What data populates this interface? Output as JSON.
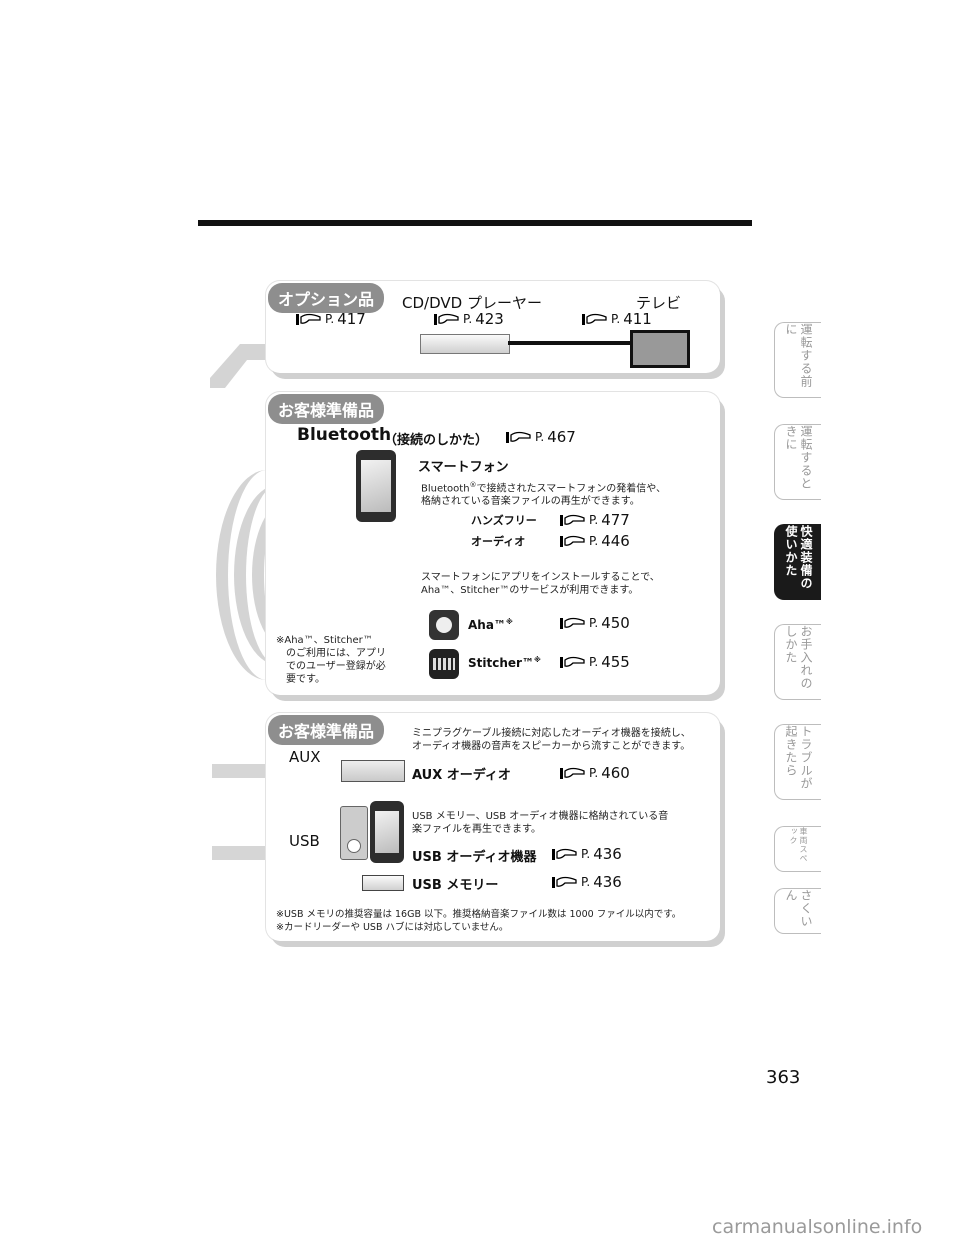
{
  "sections": {
    "options": {
      "label": "オプション品",
      "ref_main": {
        "p": "P.",
        "num": "417"
      },
      "cd_dvd": {
        "title": "CD/DVD プレーヤー",
        "p": "P.",
        "num": "423"
      },
      "tv": {
        "title": "テレビ",
        "p": "P.",
        "num": "411"
      }
    },
    "customer1": {
      "label": "お客様準備品",
      "bluetooth_title": "Bluetooth",
      "bluetooth_sub": "（接続のしかた）",
      "bluetooth_ref": {
        "p": "P.",
        "num": "467"
      },
      "smartphone_title": "スマートフォン",
      "smartphone_desc_1": "Bluetooth",
      "smartphone_desc_reg": "®",
      "smartphone_desc_2": "で接続されたスマートフォンの発着信や、",
      "smartphone_desc_3": "格納されている音楽ファイルの再生ができます。",
      "handsfree": {
        "label": "ハンズフリー",
        "p": "P.",
        "num": "477"
      },
      "audio": {
        "label": "オーディオ",
        "p": "P.",
        "num": "446"
      },
      "app_desc_1": "スマートフォンにアプリをインストールすることで、",
      "app_desc_2": "Aha™、Stitcher™のサービスが利用できます。",
      "aha": {
        "label": "Aha™",
        "mark": "※",
        "p": "P.",
        "num": "450"
      },
      "stitcher": {
        "label": "Stitcher™",
        "mark": "※",
        "p": "P.",
        "num": "455"
      },
      "note_1": "※Aha™、Stitcher™",
      "note_2": "のご利用には、アプリ",
      "note_3": "でのユーザー登録が必",
      "note_4": "要です。"
    },
    "customer2": {
      "label": "お客様準備品",
      "desc_1": "ミニプラグケーブル接続に対応したオーディオ機器を接続し、",
      "desc_2": "オーディオ機器の音声をスピーカーから流すことができます。",
      "aux_label": "AUX",
      "aux_audio": {
        "label": "AUX オーディオ",
        "p": "P.",
        "num": "460"
      },
      "usb_desc_1": "USB メモリー、USB オーディオ機器に格納されている音",
      "usb_desc_2": "楽ファイルを再生できます。",
      "usb_label": "USB",
      "usb_audio": {
        "label": "USB オーディオ機器",
        "p": "P.",
        "num": "436"
      },
      "usb_memory": {
        "label": "USB メモリー",
        "p": "P.",
        "num": "436"
      },
      "note_1": "※USB メモリの推奨容量は 16GB 以下。推奨格納音楽ファイル数は 1000 ファイル以内です。",
      "note_2": "※カードリーダーや USB ハブには対応していません。"
    }
  },
  "tabs": [
    {
      "text": "運転する前に"
    },
    {
      "text": "運転するときに"
    },
    {
      "text": "快適装備の使いかた"
    },
    {
      "text": "お手入れのしかた"
    },
    {
      "text": "トラブルが起きたら"
    },
    {
      "text": "車両スペック"
    },
    {
      "text": "さくいん"
    }
  ],
  "page_number": "363",
  "watermark": "carmanualsonline.info"
}
